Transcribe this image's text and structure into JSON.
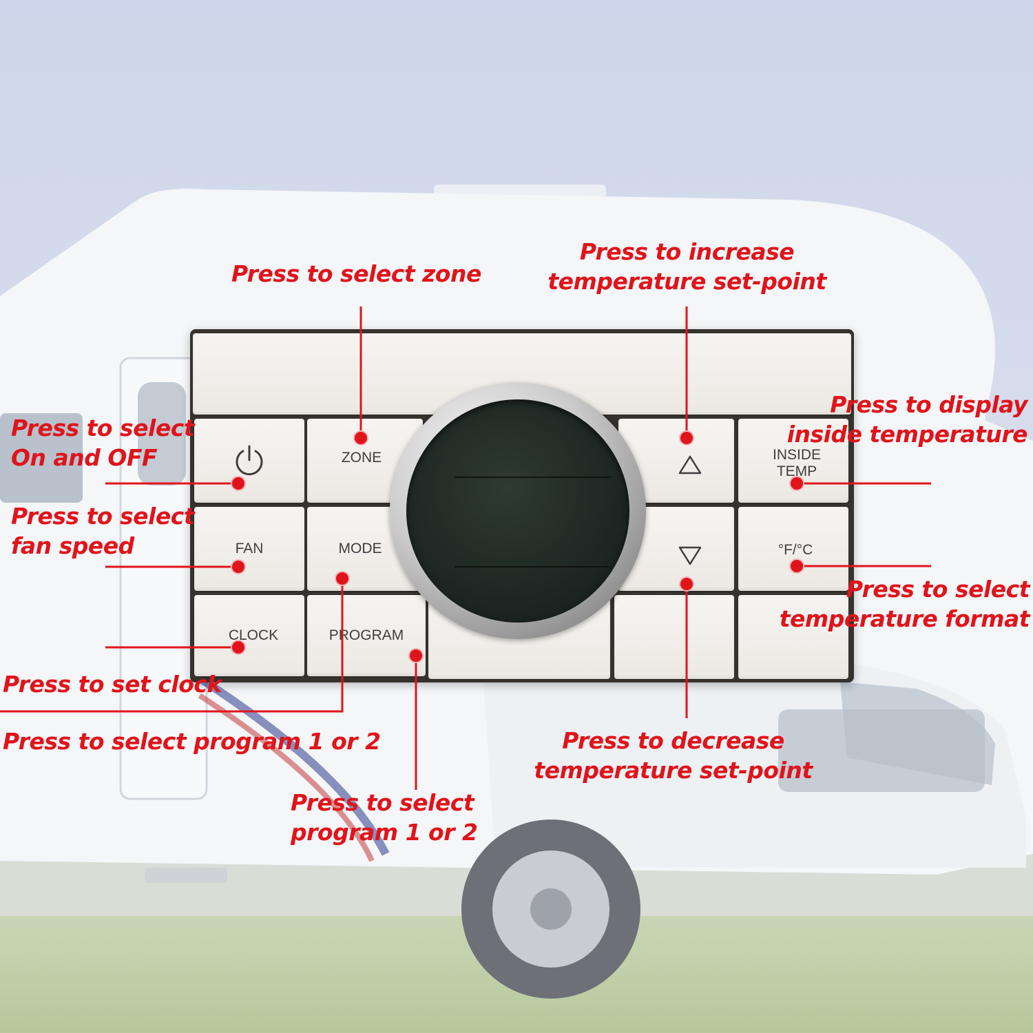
{
  "panel": {
    "buttons": {
      "zone": "ZONE",
      "fan": "FAN",
      "mode": "MODE",
      "clock": "CLOCK",
      "program": "PROGRAM",
      "inside_temp_line1": "INSIDE",
      "inside_temp_line2": "TEMP",
      "temp_format": "°F/°C"
    },
    "icons": [
      "power-icon",
      "triangle-up-icon",
      "triangle-down-icon"
    ]
  },
  "callouts": {
    "zone": "Press to select zone",
    "increase_line1": "Press to increase",
    "increase_line2": "temperature set-point",
    "power_line1": "Press to select",
    "power_line2": "On and OFF",
    "fan_line1": "Press to select",
    "fan_line2": "fan speed",
    "display_line1": "Press to display",
    "display_line2": "inside temperature",
    "format_line1": "Press to select",
    "format_line2": "temperature format",
    "clock": "Press to set clock",
    "mode_program": "Press to select program 1 or 2",
    "decrease_line1": "Press to decrease",
    "decrease_line2": "temperature set-point",
    "program_line1": "Press to select",
    "program_line2": "program 1 or 2"
  },
  "colors": {
    "callout_red": "#e0141b",
    "panel_white": "#f3f1ee",
    "lcd_dark": "#1e2723"
  }
}
